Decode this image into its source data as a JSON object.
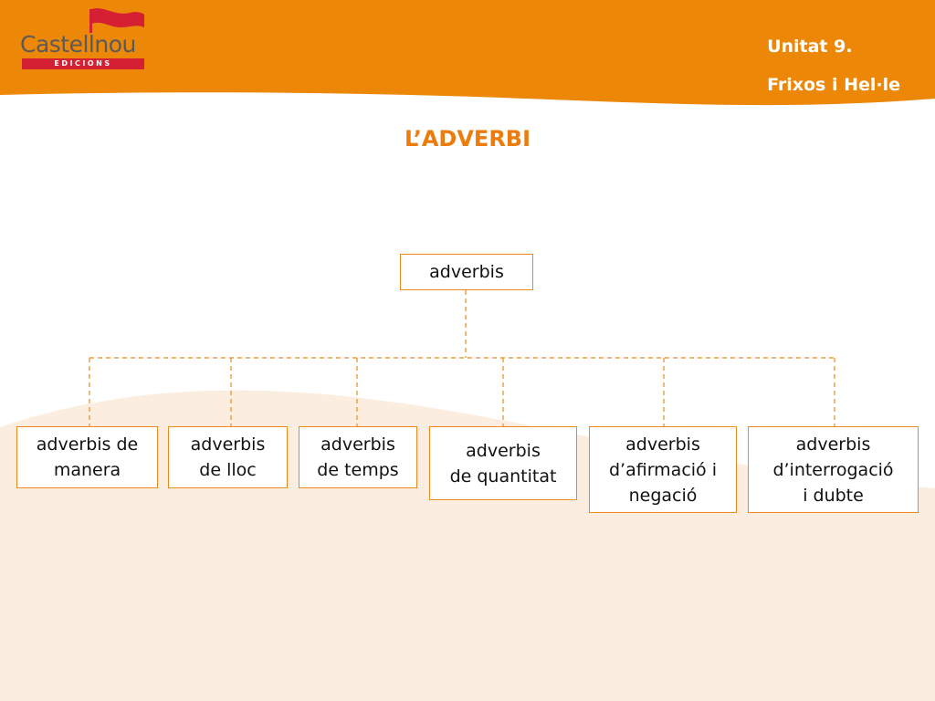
{
  "header": {
    "logo": {
      "name": "Castellnou",
      "sub": "EDICIONS"
    },
    "unit_line1": "Unitat 9.",
    "unit_line2": "Frixos i Hel·le"
  },
  "title": "L’ADVERBI",
  "diagram": {
    "root": "adverbis",
    "children": [
      {
        "lines": [
          "adverbis de",
          "manera"
        ]
      },
      {
        "lines": [
          "adverbis",
          "de lloc"
        ]
      },
      {
        "lines": [
          "adverbis",
          "de temps"
        ]
      },
      {
        "lines": [
          "adverbis",
          "de quantitat"
        ]
      },
      {
        "lines": [
          "adverbis",
          "d’afirmació i",
          "negació"
        ]
      },
      {
        "lines": [
          "adverbis",
          "d’interrogació",
          "i dubte"
        ]
      }
    ]
  },
  "colors": {
    "header_orange": "#ec8708",
    "accent_orange": "#ec7c0e",
    "node_border": "#ec8a1e",
    "background_wave": "#fbeee0",
    "logo_red": "#d42032"
  }
}
